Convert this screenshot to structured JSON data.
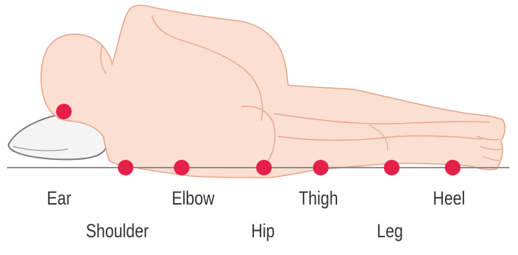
{
  "colors": {
    "skin": "#fbdfd1",
    "outline": "#e3a48b",
    "marker": "#e61f48",
    "pillow_fill": "#f4f4f4",
    "pillow_outline": "#777777",
    "surface": "#8c8c8c"
  },
  "pressure_points": [
    {
      "label": "Ear"
    },
    {
      "label": "Shoulder"
    },
    {
      "label": "Elbow"
    },
    {
      "label": "Hip"
    },
    {
      "label": "Thigh"
    },
    {
      "label": "Leg"
    },
    {
      "label": "Heel"
    }
  ]
}
